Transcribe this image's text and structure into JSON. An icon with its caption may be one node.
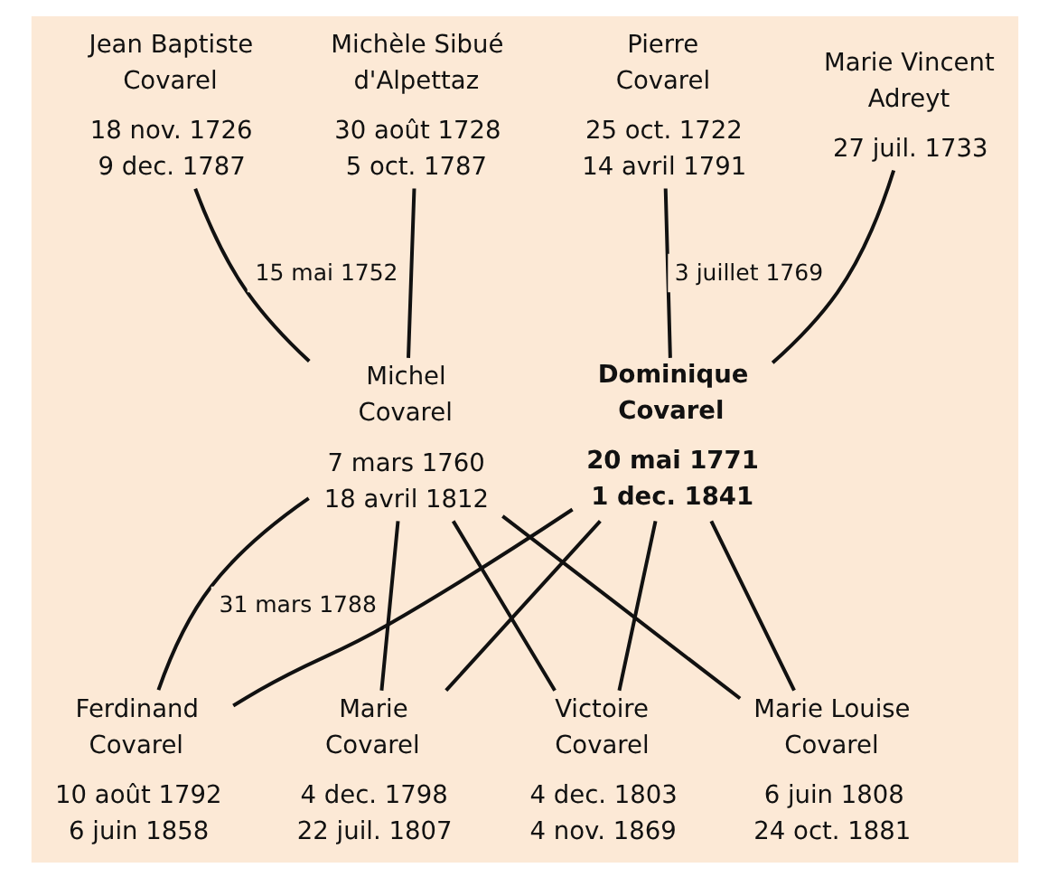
{
  "diagram": {
    "nodes": [
      {
        "text": [
          "Jean Baptiste Covarel",
          "18 nov. 1726",
          "9 dec. 1787"
        ]
      },
      {
        "text": [
          "Michèle Sibué d'Alpettaz",
          "30 août 1728",
          "5 oct. 1787"
        ]
      },
      {
        "text": [
          "Pierre Covarel",
          "25 oct. 1722",
          "14 avril 1791"
        ]
      },
      {
        "text": [
          "Marie Vincent Adreyt",
          "27 juil. 1733"
        ]
      },
      {
        "text": [
          "Michel Covarel",
          "7 mars 1760",
          "18 avril 1812"
        ]
      },
      {
        "text": [
          "Dominique Covarel",
          "20 mai 1771",
          "1 dec. 1841"
        ]
      },
      {
        "text": [
          "Ferdinand Covarel",
          "10 août 1792",
          "6 juin 1858"
        ]
      },
      {
        "text": [
          "Marie Covarel",
          "4 dec. 1798",
          "22 juil. 1807"
        ]
      },
      {
        "text": [
          "Victoire Covarel",
          "4 dec. 1803",
          "4 nov. 1869"
        ]
      },
      {
        "text": [
          "Marie Louise Covarel",
          "6 juin 1808",
          "24 oct. 1881"
        ]
      }
    ],
    "edges": [
      {
        "from": 0,
        "to": 4,
        "arrow": "none",
        "label": "15 mai 1752"
      },
      {
        "from": 1,
        "to": 4,
        "arrow": "none"
      },
      {
        "from": 2,
        "to": 5,
        "arrow": "none",
        "label": "3 juillet 1769"
      },
      {
        "from": 3,
        "to": 5,
        "arrow": "none"
      },
      {
        "from": 4,
        "to": 6,
        "arrow": "none",
        "label": "31 mars 1788"
      },
      {
        "from": 4,
        "to": 7,
        "arrow": "none"
      },
      {
        "from": 4,
        "to": 8,
        "arrow": "none"
      },
      {
        "from": 4,
        "to": 9,
        "arrow": "none"
      },
      {
        "from": 5,
        "to": 6,
        "arrow": "none"
      },
      {
        "from": 5,
        "to": 7,
        "arrow": "none"
      },
      {
        "from": 5,
        "to": 8,
        "arrow": "none"
      },
      {
        "from": 5,
        "to": 9,
        "arrow": "none"
      }
    ]
  }
}
